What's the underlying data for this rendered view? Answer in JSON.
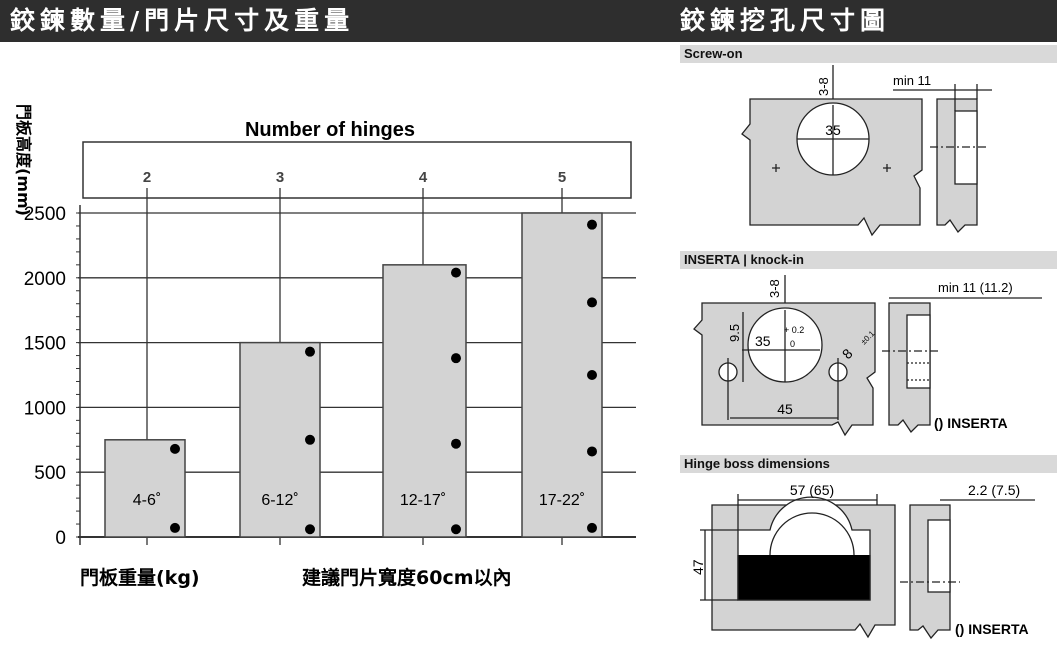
{
  "header": {
    "left_title": "鉸鍊數量/門片尺寸及重量",
    "right_title": "鉸鍊挖孔尺寸圖",
    "bg_color": "#2e2e2e"
  },
  "chart_data": {
    "type": "bar",
    "title": "Number of hinges",
    "ylabel": "門板高度(mm)",
    "xlabel_left": "門板重量(kg)",
    "xlabel_right": "建議門片寬度60cm以內",
    "ylim": [
      0,
      2500
    ],
    "yticks": [
      "0",
      "500",
      "1000",
      "1500",
      "2000",
      "2500"
    ],
    "grid": true,
    "categories": [
      "2",
      "3",
      "4",
      "5"
    ],
    "values": [
      750,
      1500,
      2100,
      2500
    ],
    "weight_labels": [
      "4-6˚",
      "6-12˚",
      "12-17˚",
      "17-22˚"
    ],
    "hinge_positions": [
      [
        680,
        70
      ],
      [
        1430,
        750,
        60
      ],
      [
        2040,
        1380,
        720,
        60
      ],
      [
        2410,
        1810,
        1250,
        660,
        70
      ]
    ],
    "bar_color": "#d3d3d3"
  },
  "diagrams": {
    "screw_on": {
      "title": "Screw-on",
      "depth": "3-8",
      "min": "min 11",
      "diameter": "35"
    },
    "inserta": {
      "title": "INSERTA | knock-in",
      "depth": "3-8",
      "min": "min 11 (11.2)",
      "diameter": "35",
      "tol_top": "+ 0.2",
      "tol_bottom": "0",
      "offset": "9.5",
      "hole": "8",
      "hole_tol": "±0.1",
      "spacing": "45",
      "note": "() INSERTA"
    },
    "boss": {
      "title": "Hinge boss dimensions",
      "width": "57 (65)",
      "height": "47",
      "thickness": "2.2 (7.5)",
      "note": "() INSERTA"
    }
  }
}
